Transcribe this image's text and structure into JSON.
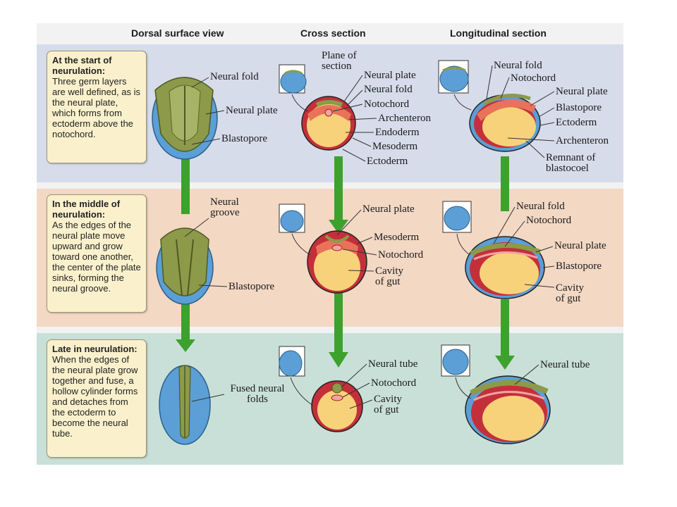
{
  "columns": {
    "dorsal": "Dorsal surface view",
    "cross": "Cross section",
    "longitudinal": "Longitudinal section"
  },
  "stages": [
    {
      "title": "At the start of neurulation:",
      "body": "Three germ layers are well defined, as is the neural plate, which forms from ectoderm above the notochord."
    },
    {
      "title": "In the middle of neurulation:",
      "body": "As the edges of the neural plate move upward and grow toward one another, the center of the plate sinks, forming the neural groove."
    },
    {
      "title": "Late in neurulation:",
      "body": "When the edges of the neural plate grow together and fuse, a hollow cylinder forms and detaches from the ectoderm to become the neural tube."
    }
  ],
  "labels": {
    "s1_dorsal_neural_fold": "Neural fold",
    "s1_dorsal_neural_plate": "Neural plate",
    "s1_dorsal_blastopore": "Blastopore",
    "s1_plane_of_section": "Plane of section",
    "s1_cross_neural_plate": "Neural plate",
    "s1_cross_neural_fold": "Neural fold",
    "s1_cross_notochord": "Notochord",
    "s1_cross_archenteron": "Archenteron",
    "s1_cross_endoderm": "Endoderm",
    "s1_cross_mesoderm": "Mesoderm",
    "s1_cross_ectoderm": "Ectoderm",
    "s1_long_neural_fold": "Neural fold",
    "s1_long_notochord": "Notochord",
    "s1_long_neural_plate": "Neural plate",
    "s1_long_blastopore": "Blastopore",
    "s1_long_ectoderm": "Ectoderm",
    "s1_long_archenteron": "Archenteron",
    "s1_long_remnant": "Remnant of blastocoel",
    "s2_dorsal_neural_groove": "Neural groove",
    "s2_dorsal_blastopore": "Blastopore",
    "s2_cross_neural_plate": "Neural plate",
    "s2_cross_mesoderm": "Mesoderm",
    "s2_cross_notochord": "Notochord",
    "s2_cross_cavity": "Cavity of gut",
    "s2_long_neural_fold": "Neural fold",
    "s2_long_notochord": "Notochord",
    "s2_long_neural_plate": "Neural plate",
    "s2_long_blastopore": "Blastopore",
    "s2_long_cavity": "Cavity of gut",
    "s3_dorsal_fused": "Fused neural folds",
    "s3_cross_neural_tube": "Neural tube",
    "s3_cross_notochord": "Notochord",
    "s3_cross_cavity": "Cavity of gut",
    "s3_long_neural_tube": "Neural tube"
  },
  "colors": {
    "arrow_green": "#3da12d",
    "ectoderm_blue": "#5b9fd6",
    "mesoderm_red": "#c4303a",
    "endoderm_yellow": "#f8d27a",
    "neural_plate_green": "#8c9a4a"
  }
}
